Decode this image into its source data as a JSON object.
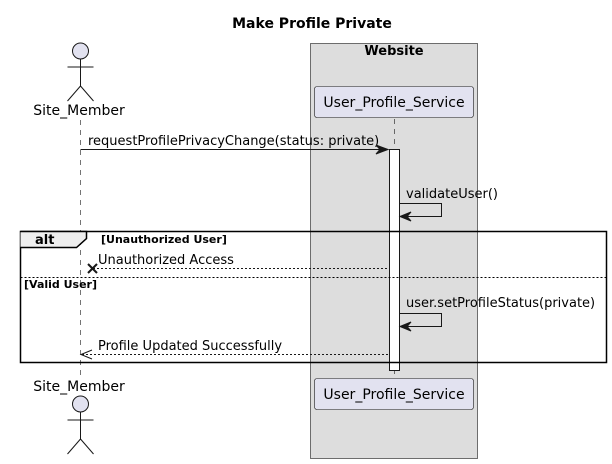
{
  "diagram": {
    "title": "Make Profile Private",
    "box": {
      "title": "Website"
    },
    "actor": {
      "name": "Site_Member"
    },
    "participant": {
      "name": "User_Profile_Service"
    },
    "messages": {
      "request": "requestProfilePrivacyChange(status: private)",
      "validate": "validateUser()",
      "unauthorized_access": "Unauthorized Access",
      "set_status": "user.setProfileStatus(private)",
      "success": "Profile Updated Successfully"
    },
    "alt_frame": {
      "keyword": "alt",
      "guard_1": "[Unauthorized User]",
      "guard_2": "[Valid User]"
    }
  }
}
